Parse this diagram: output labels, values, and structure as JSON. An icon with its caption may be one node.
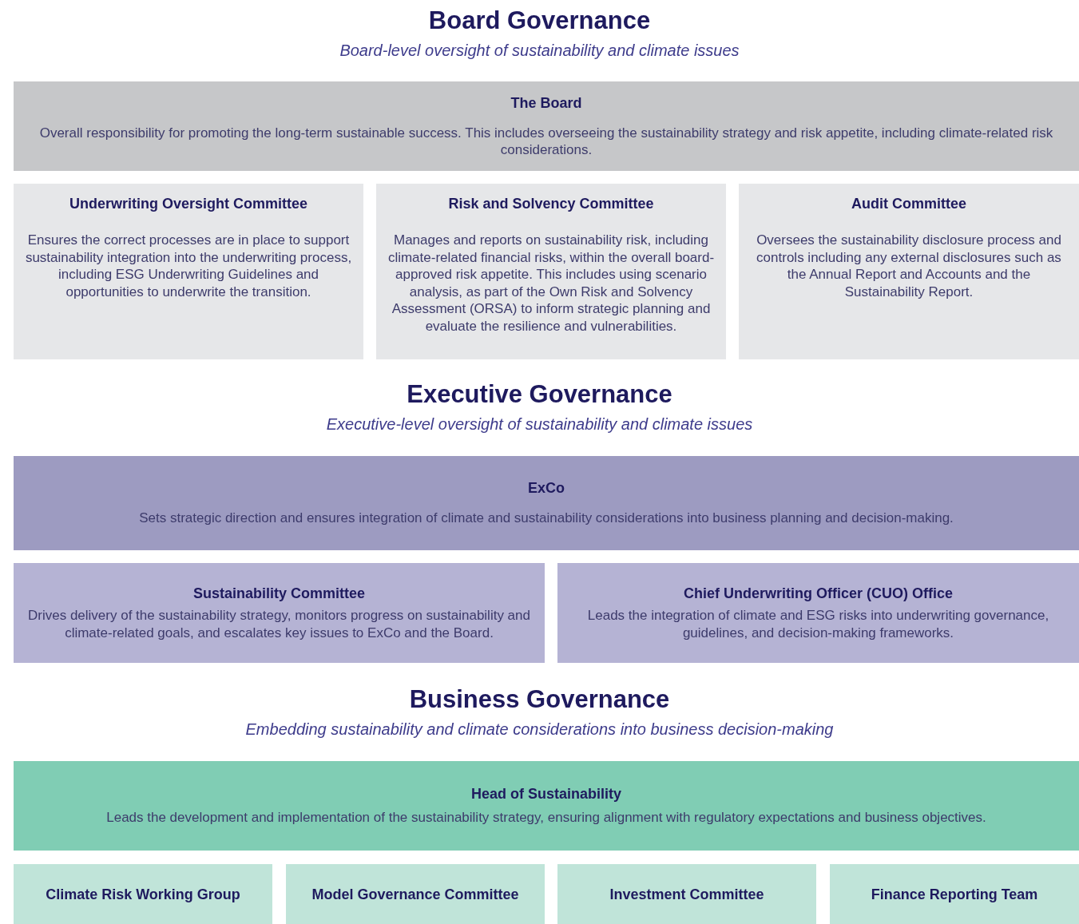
{
  "diagram": {
    "nodes": [
      {
        "text": [
          "The Board",
          "Overall responsibility for promoting the long-term sustainable success. This includes overseeing the sustainability strategy and risk appetite, including climate-related risk considerations."
        ]
      },
      {
        "text": [
          "Underwriting Oversight Committee",
          "Ensures the correct processes are in place to support sustainability integration into the underwriting process, including ESG Underwriting Guidelines and opportunities to underwrite the transition."
        ]
      },
      {
        "text": [
          "Risk and Solvency Committee",
          "Manages and reports on sustainability risk, including climate-related financial risks, within the overall board-approved risk appetite. This includes using scenario analysis, as part of the Own Risk and Solvency Assessment (ORSA) to inform strategic planning and evaluate the resilience and vulnerabilities."
        ]
      },
      {
        "text": [
          "Audit Committee",
          "Oversees the sustainability disclosure process and controls including any external disclosures such as the Annual Report and Accounts and the Sustainability Report."
        ]
      },
      {
        "text": [
          "ExCo",
          "Sets strategic direction and ensures integration of climate and sustainability considerations into business planning and decision-making."
        ]
      },
      {
        "text": [
          "Sustainability Committee",
          "Drives delivery of the sustainability strategy, monitors progress on sustainability and climate-related goals, and escalates key issues to ExCo and the Board."
        ]
      },
      {
        "text": [
          "Chief Underwriting Officer (CUO) Office",
          "Leads the integration of climate and ESG risks into underwriting governance, guidelines, and decision-making frameworks."
        ]
      },
      {
        "text": [
          "Head of Sustainability",
          "Leads the development and implementation of the sustainability strategy, ensuring alignment with regulatory expectations and business objectives."
        ]
      },
      {
        "text": [
          "Climate Risk Working Group"
        ]
      },
      {
        "text": [
          "Model Governance Committee"
        ]
      },
      {
        "text": [
          "Investment Committee"
        ]
      },
      {
        "text": [
          "Finance Reporting Team"
        ]
      }
    ],
    "labels": [
      "Board Governance",
      "Board-level oversight of sustainability and climate issues",
      "Executive Governance",
      "Executive-level oversight of sustainability and climate issues",
      "Business Governance",
      "Embedding sustainability and climate considerations into business decision-making"
    ]
  }
}
